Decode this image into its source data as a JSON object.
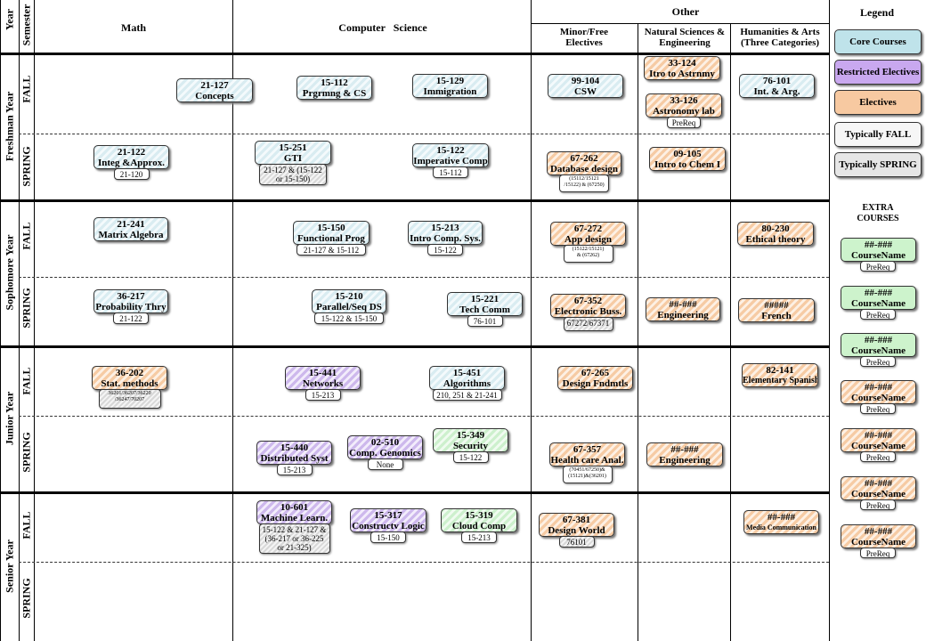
{
  "header": {
    "year": "Year",
    "semester": "Semester",
    "math": "Math",
    "cs": "Computer   Science",
    "other": "Other",
    "minor": "Minor/Free\nElectives",
    "natsci": "Natural Sciences &\nEngineering",
    "hum": "Humanities & Arts\n(Three Categories)",
    "legend": "Legend"
  },
  "years": [
    "Freshman  Year",
    "Sophomore  Year",
    "Junior  Year",
    "Senior  Year"
  ],
  "semesters": {
    "fall": "FALL",
    "spring": "SPRING"
  },
  "legend": {
    "core": "Core Courses",
    "restricted": "Restricted Electives",
    "electives": "Electives",
    "fall": "Typically FALL",
    "spring": "Typically SPRING",
    "extra_title": "EXTRA\nCOURSES"
  },
  "courses": [
    {
      "id": "21-127",
      "code": "21-127",
      "name": "Concepts",
      "type": "core",
      "prereq": ""
    },
    {
      "id": "15-112",
      "code": "15-112",
      "name": "Prgrmng & CS",
      "type": "core",
      "prereq": ""
    },
    {
      "id": "15-129",
      "code": "15-129",
      "name": "Immigration",
      "type": "core",
      "prereq": ""
    },
    {
      "id": "99-104",
      "code": "99-104",
      "name": "CSW",
      "type": "core",
      "prereq": ""
    },
    {
      "id": "33-124",
      "code": "33-124",
      "name": "Itro to Astrnmy",
      "type": "elective",
      "prereq": ""
    },
    {
      "id": "33-126",
      "code": "33-126",
      "name": "Astronomy lab",
      "type": "elective",
      "prereq": "PreReq"
    },
    {
      "id": "76-101",
      "code": "76-101",
      "name": "Int. & Arg.",
      "type": "core",
      "prereq": ""
    },
    {
      "id": "21-122",
      "code": "21-122",
      "name": "Integ &Approx.",
      "type": "core",
      "prereq": "21-120"
    },
    {
      "id": "15-251",
      "code": "15-251",
      "name": "GTI",
      "type": "core",
      "prereq": "21-127 & (15-122\nor 15-150)"
    },
    {
      "id": "15-122",
      "code": "15-122",
      "name": "Imperative Comp",
      "type": "core",
      "prereq": "15-112"
    },
    {
      "id": "67-262",
      "code": "67-262",
      "name": "Database design",
      "type": "elective",
      "prereq": "(15112/15121\n/15122) & (67250)"
    },
    {
      "id": "09-105",
      "code": "09-105",
      "name": "Intro to Chem I",
      "type": "elective",
      "prereq": ""
    },
    {
      "id": "21-241",
      "code": "21-241",
      "name": "Matrix Algebra",
      "type": "core",
      "prereq": ""
    },
    {
      "id": "15-150",
      "code": "15-150",
      "name": "Functional Prog",
      "type": "core",
      "prereq": "21-127 & 15-112"
    },
    {
      "id": "15-213",
      "code": "15-213",
      "name": "Intro Comp. Sys.",
      "type": "core",
      "prereq": "15-122"
    },
    {
      "id": "67-272",
      "code": "67-272",
      "name": "App design",
      "type": "elective",
      "prereq": "(15122/15121)\n&   (67262)"
    },
    {
      "id": "80-230",
      "code": "80-230",
      "name": "Ethical theory",
      "type": "elective",
      "prereq": ""
    },
    {
      "id": "36-217",
      "code": "36-217",
      "name": "Probability Thry",
      "type": "core",
      "prereq": "21-122"
    },
    {
      "id": "15-210",
      "code": "15-210",
      "name": "Parallel/Seq DS",
      "type": "core",
      "prereq": "15-122 & 15-150"
    },
    {
      "id": "15-221",
      "code": "15-221",
      "name": "Tech Comm",
      "type": "core",
      "prereq": "76-101"
    },
    {
      "id": "67-352",
      "code": "67-352",
      "name": "Electronic Buss.",
      "type": "elective",
      "prereq": "67272/67371"
    },
    {
      "id": "eng1",
      "code": "##-###",
      "name": "Engineering",
      "type": "elective",
      "prereq": ""
    },
    {
      "id": "french",
      "code": "#####",
      "name": "French",
      "type": "elective",
      "prereq": ""
    },
    {
      "id": "36-202",
      "code": "36-202",
      "name": "Stat. methods",
      "type": "elective",
      "prereq": "36201/36207/36220\n/36247/70207"
    },
    {
      "id": "15-441",
      "code": "15-441",
      "name": "Networks",
      "type": "restricted",
      "prereq": "15-213"
    },
    {
      "id": "15-451",
      "code": "15-451",
      "name": "Algorithms",
      "type": "core",
      "prereq": "210, 251 & 21-241"
    },
    {
      "id": "67-265",
      "code": "67-265",
      "name": "Design Fndmtls",
      "type": "elective",
      "prereq": ""
    },
    {
      "id": "82-141",
      "code": "82-141",
      "name": "Elementary Spanish",
      "type": "elective",
      "prereq": ""
    },
    {
      "id": "15-440",
      "code": "15-440",
      "name": "Distributed Syst",
      "type": "restricted",
      "prereq": "15-213"
    },
    {
      "id": "02-510",
      "code": "02-510",
      "name": "Comp. Genomics",
      "type": "restricted",
      "prereq": "None"
    },
    {
      "id": "15-349",
      "code": "15-349",
      "name": "Security",
      "type": "green",
      "prereq": "15-122"
    },
    {
      "id": "67-357",
      "code": "67-357",
      "name": "Health care Anal.",
      "type": "elective",
      "prereq": "(70451/67250)&\n(15121)&(36201)"
    },
    {
      "id": "eng2",
      "code": "##-###",
      "name": "Engineering",
      "type": "elective",
      "prereq": ""
    },
    {
      "id": "10-601",
      "code": "10-601",
      "name": "Machine Learn.",
      "type": "restricted",
      "prereq": "15-122 & 21-127 &\n(36-217 or 36-225\nor 21-325)"
    },
    {
      "id": "15-317",
      "code": "15-317",
      "name": "Constructv Logic",
      "type": "restricted",
      "prereq": "15-150"
    },
    {
      "id": "15-319",
      "code": "15-319",
      "name": "Cloud Comp",
      "type": "green",
      "prereq": "15-213"
    },
    {
      "id": "67-381",
      "code": "67-381",
      "name": "Design World",
      "type": "elective",
      "prereq": "76101"
    },
    {
      "id": "media",
      "code": "##-###",
      "name": "Media Communication",
      "type": "elective",
      "prereq": ""
    }
  ],
  "extras": [
    {
      "code": "##-###",
      "name": "CourseName",
      "prereq": "PreReq",
      "type": "green"
    },
    {
      "code": "##-###",
      "name": "CourseName",
      "prereq": "PreReq",
      "type": "green"
    },
    {
      "code": "##-###",
      "name": "CourseName",
      "prereq": "PreReq",
      "type": "green"
    },
    {
      "code": "##-###",
      "name": "CourseName",
      "prereq": "PreReq",
      "type": "elective"
    },
    {
      "code": "##-###",
      "name": "CourseName",
      "prereq": "PreReq",
      "type": "elective"
    },
    {
      "code": "##-###",
      "name": "CourseName",
      "prereq": "PreReq",
      "type": "elective"
    },
    {
      "code": "##-###",
      "name": "CourseName",
      "prereq": "PreReq",
      "type": "elective"
    }
  ],
  "colors": {
    "core": "#bfe3ea",
    "restricted": "#c9a8ef",
    "electives": "#f7c9a1",
    "extra_green": "#cdf3cc",
    "fall": "#f6f6f6",
    "spring": "#e6e6e6"
  }
}
